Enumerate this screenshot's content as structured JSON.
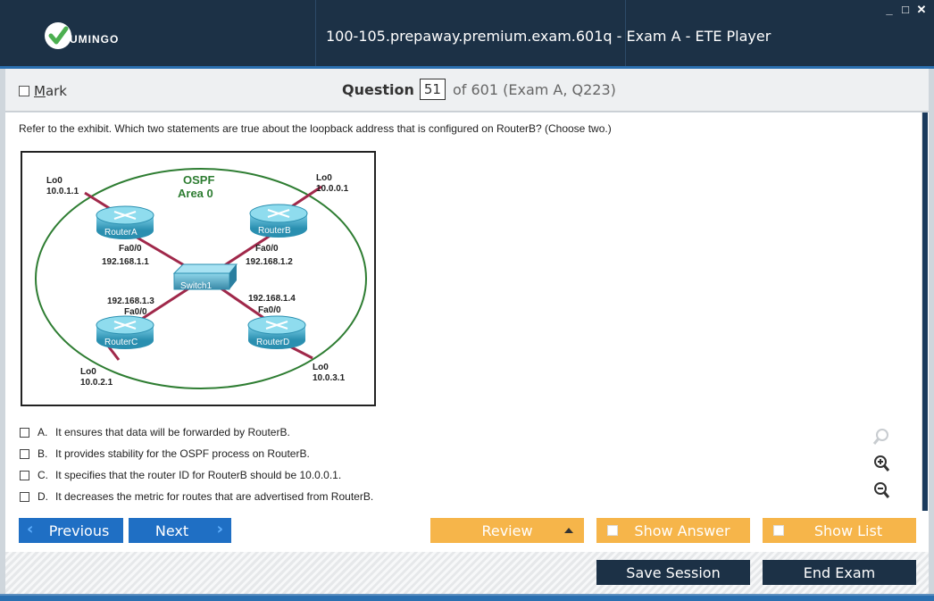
{
  "window": {
    "logo_text": "UMINGO",
    "title": "100-105.prepaway.premium.exam.601q - Exam A - ETE Player",
    "controls": [
      "_",
      "□",
      "✕"
    ]
  },
  "header": {
    "mark_label_first": "M",
    "mark_label_rest": "ark",
    "question_label": "Question",
    "question_number": "51",
    "question_of": "of 601 (Exam A, Q223)"
  },
  "question": {
    "text": "Refer to the exhibit. Which two statements are true about the loopback address that is configured on RouterB? (Choose two.)"
  },
  "exhibit": {
    "area_title_1": "OSPF",
    "area_title_2": "Area 0",
    "routers": [
      {
        "name": "RouterA",
        "lo_label": "Lo0",
        "lo_ip": "10.0.1.1",
        "if_label": "Fa0/0",
        "if_ip": "192.168.1.1"
      },
      {
        "name": "RouterB",
        "lo_label": "Lo0",
        "lo_ip": "10.0.0.1",
        "if_label": "Fa0/0",
        "if_ip": "192.168.1.2"
      },
      {
        "name": "RouterC",
        "lo_label": "Lo0",
        "lo_ip": "10.0.2.1",
        "if_label": "Fa0/0",
        "if_ip": "192.168.1.3"
      },
      {
        "name": "RouterD",
        "lo_label": "Lo0",
        "lo_ip": "10.0.3.1",
        "if_label": "Fa0/0",
        "if_ip": "192.168.1.4"
      }
    ],
    "switch_name": "Switch1"
  },
  "answers": [
    {
      "letter": "A.",
      "text": "It ensures that data will be forwarded by RouterB."
    },
    {
      "letter": "B.",
      "text": "It provides stability for the OSPF process on RouterB."
    },
    {
      "letter": "C.",
      "text": "It specifies that the router ID for RouterB should be 10.0.0.1."
    },
    {
      "letter": "D.",
      "text": "It decreases the metric for routes that are advertised from RouterB."
    }
  ],
  "zoom": [
    "zoom-reset-icon",
    "zoom-in-icon",
    "zoom-out-icon"
  ],
  "nav": {
    "previous": "Previous",
    "next": "Next",
    "review": "Review",
    "show_answer": "Show Answer",
    "show_list": "Show List"
  },
  "bottom": {
    "save_session": "Save Session",
    "end_exam": "End Exam"
  },
  "colors": {
    "titlebar": "#1c3146",
    "accent_blue": "#1f6fc4",
    "orange": "#f6b54a",
    "dark_button": "#1c3146",
    "ospf_green": "#2e7d32"
  }
}
